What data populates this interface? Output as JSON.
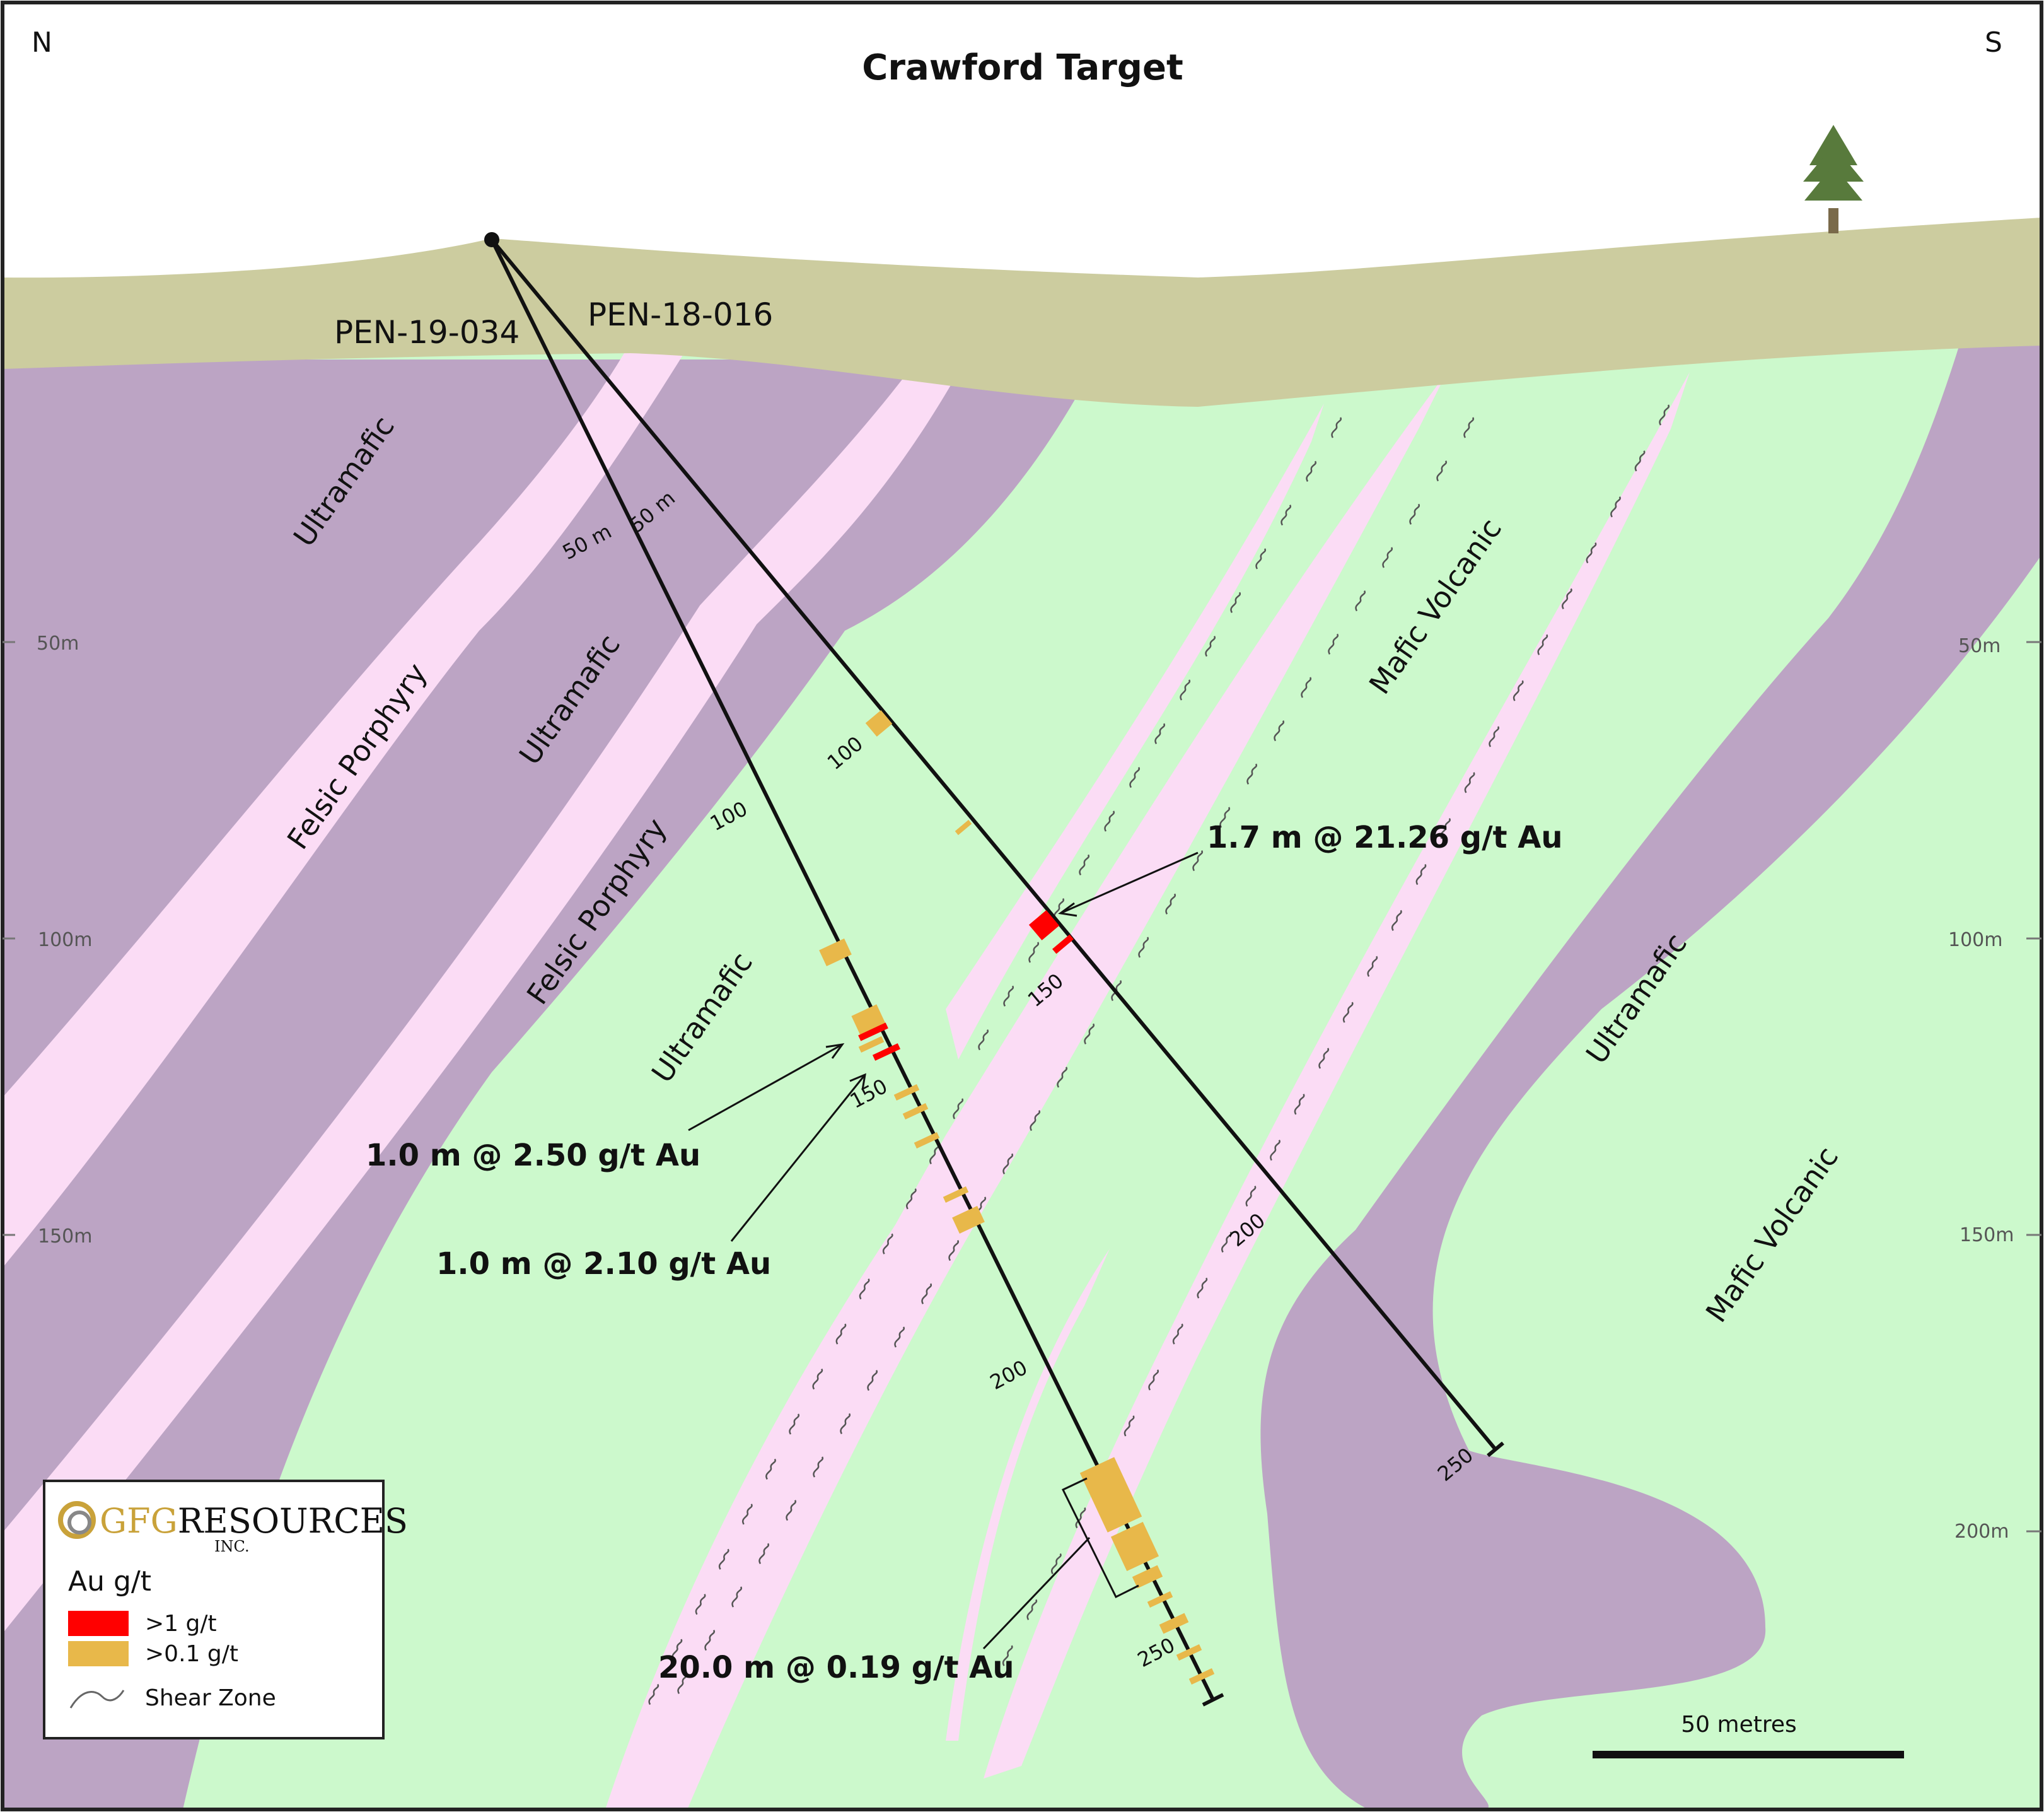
{
  "title": "Crawford Target",
  "compass": {
    "left": "N",
    "right": "S"
  },
  "holes": [
    {
      "name": "PEN-19-034"
    },
    {
      "name": "PEN-18-016"
    }
  ],
  "units": {
    "ultramafic": "Ultramafic",
    "felsic_porphyry": "Felsic Porphyry",
    "mafic_volcanic": "Mafic Volcanic"
  },
  "depth_labels": [
    "50m",
    "100m",
    "150m",
    "200m"
  ],
  "hole_ticks": {
    "h1": [
      "50 m",
      "100",
      "150",
      "200",
      "250"
    ],
    "h2": [
      "50 m",
      "100",
      "150",
      "200",
      "250"
    ]
  },
  "results": [
    "1.7 m @ 21.26 g/t Au",
    "1.0 m @ 2.50 g/t Au",
    "1.0 m @ 2.10 g/t Au",
    "20.0 m @ 0.19 g/t Au"
  ],
  "legend": {
    "logo_main": "GFG",
    "logo_rest": "RESOURCES",
    "logo_inc": "INC.",
    "title": "Au g/t",
    "items": [
      {
        "label": ">1 g/t",
        "color": "#ff0000"
      },
      {
        "label": ">0.1 g/t",
        "color": "#e8b84a"
      },
      {
        "label": "Shear Zone",
        "color": "#666666"
      }
    ]
  },
  "scale_bar": {
    "label": "50 metres"
  },
  "colors": {
    "overburden": "#cccc9f",
    "ultramafic": "#bca4c4",
    "felsic_porphyry": "#fbdcf5",
    "mafic_volcanic": "#ccf9cc",
    "tree": "#587a3c",
    "high_grade": "#ff0000",
    "low_grade": "#e8b84a"
  }
}
